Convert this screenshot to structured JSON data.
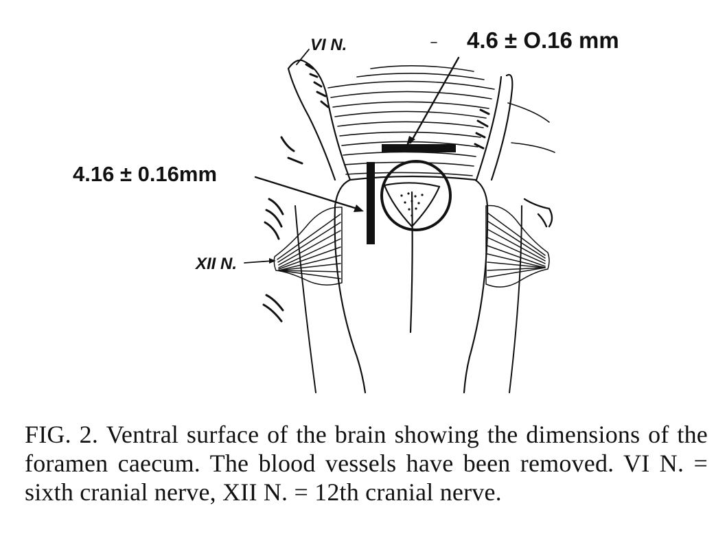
{
  "figure": {
    "labels": {
      "sixth_nerve": "VI N.",
      "twelfth_nerve": "XII N.",
      "dimension_horizontal": "4.6 ± O.16 mm",
      "dimension_vertical": "4.16 ± 0.16mm"
    }
  },
  "caption": {
    "figure_number": "FIG. 2.",
    "text": "Ventral surface of the brain showing the dimensions of the foramen caecum. The blood vessels have been removed. VI N. = sixth cranial nerve, XII N. = 12th cranial nerve."
  }
}
